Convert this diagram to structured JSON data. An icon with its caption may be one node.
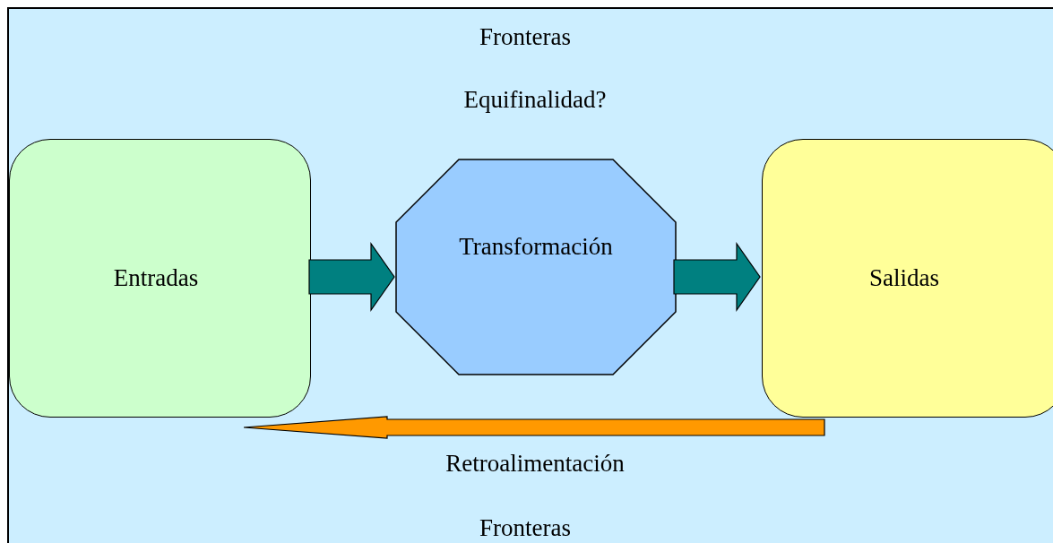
{
  "diagram": {
    "nodes": [
      {
        "text": [
          "Fronteras",
          "Fronteras"
        ]
      },
      {
        "text": [
          "Entradas"
        ],
        "in": 0
      },
      {
        "text": [
          "Transformación"
        ],
        "in": 0
      },
      {
        "text": [
          "Salidas"
        ],
        "in": 0
      }
    ],
    "edges": [
      {
        "from": 1,
        "to": 2,
        "arrow": "to"
      },
      {
        "from": 2,
        "to": 3,
        "arrow": "to"
      },
      {
        "from": 3,
        "to": 1,
        "arrow": "to",
        "label": "Retroalimentación",
        "color": "#ff9900"
      }
    ],
    "labels": [
      "Equifinalidad?"
    ]
  }
}
